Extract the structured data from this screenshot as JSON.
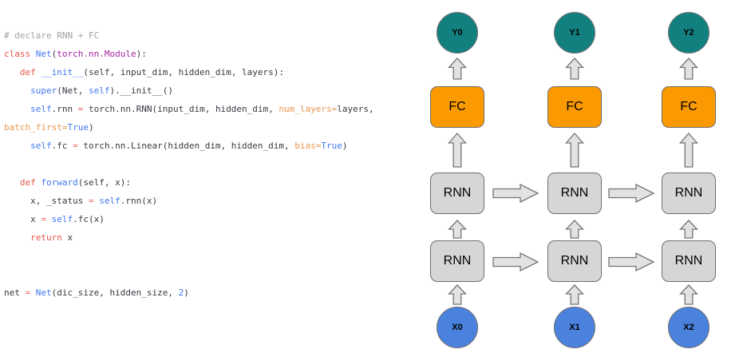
{
  "colors": {
    "kw": "#e45649",
    "fn": "#4078f2",
    "cls": "#a626a4",
    "param": "#e8964f",
    "op": "#ec6a5f",
    "comment": "#a0a1a7",
    "plain": "#383a42",
    "y-fill": "#138080",
    "x-fill": "#4a82de",
    "fc-fill": "#fb9a00",
    "rnn-fill": "#d6d6d6",
    "arrow-fill": "#e2e2e2",
    "arrow-border": "#757575",
    "shape-border": "#6e6e6e"
  },
  "code": {
    "lines": [
      [
        [
          "comment",
          "# declare RNN + FC"
        ]
      ],
      [
        [
          "kw",
          "class"
        ],
        [
          "plain",
          " "
        ],
        [
          "fn",
          "Net"
        ],
        [
          "plain",
          "("
        ],
        [
          "cls",
          "torch.nn.Module"
        ],
        [
          "plain",
          "):"
        ]
      ],
      [
        [
          "plain",
          "   "
        ],
        [
          "kw",
          "def"
        ],
        [
          "plain",
          " "
        ],
        [
          "fn",
          "__init__"
        ],
        [
          "plain",
          "(self, input_dim, hidden_dim, layers):"
        ]
      ],
      [
        [
          "plain",
          "     "
        ],
        [
          "fn",
          "super"
        ],
        [
          "plain",
          "(Net, "
        ],
        [
          "fn",
          "self"
        ],
        [
          "plain",
          ").__init__()"
        ]
      ],
      [
        [
          "plain",
          "     "
        ],
        [
          "fn",
          "self"
        ],
        [
          "plain",
          ".rnn "
        ],
        [
          "op",
          "="
        ],
        [
          "plain",
          " torch.nn.RNN(input_dim, hidden_dim, "
        ],
        [
          "param",
          "num_layers="
        ],
        [
          "plain",
          "layers,"
        ]
      ],
      [
        [
          "param",
          "batch_first="
        ],
        [
          "fn",
          "True"
        ],
        [
          "plain",
          ")"
        ]
      ],
      [
        [
          "plain",
          "     "
        ],
        [
          "fn",
          "self"
        ],
        [
          "plain",
          ".fc "
        ],
        [
          "op",
          "="
        ],
        [
          "plain",
          " torch.nn.Linear(hidden_dim, hidden_dim, "
        ],
        [
          "param",
          "bias="
        ],
        [
          "fn",
          "True"
        ],
        [
          "plain",
          ")"
        ]
      ],
      [],
      [
        [
          "plain",
          "   "
        ],
        [
          "kw",
          "def"
        ],
        [
          "plain",
          " "
        ],
        [
          "fn",
          "forward"
        ],
        [
          "plain",
          "(self, x):"
        ]
      ],
      [
        [
          "plain",
          "     x, _status "
        ],
        [
          "op",
          "="
        ],
        [
          "plain",
          " "
        ],
        [
          "fn",
          "self"
        ],
        [
          "plain",
          ".rnn(x)"
        ]
      ],
      [
        [
          "plain",
          "     x "
        ],
        [
          "op",
          "="
        ],
        [
          "plain",
          " "
        ],
        [
          "fn",
          "self"
        ],
        [
          "plain",
          ".fc(x)"
        ]
      ],
      [
        [
          "plain",
          "     "
        ],
        [
          "kw",
          "return"
        ],
        [
          "plain",
          " x"
        ]
      ],
      [],
      [],
      [
        [
          "plain",
          "net "
        ],
        [
          "op",
          "="
        ],
        [
          "plain",
          " "
        ],
        [
          "fn",
          "Net"
        ],
        [
          "plain",
          "(dic_size, hidden_size, "
        ],
        [
          "fn",
          "2"
        ],
        [
          "plain",
          ")"
        ]
      ]
    ]
  },
  "diagram": {
    "columns": [
      {
        "output": "Y0",
        "fc": "FC",
        "rnn_top": "RNN",
        "rnn_bottom": "RNN",
        "input": "X0"
      },
      {
        "output": "Y1",
        "fc": "FC",
        "rnn_top": "RNN",
        "rnn_bottom": "RNN",
        "input": "X1"
      },
      {
        "output": "Y2",
        "fc": "FC",
        "rnn_top": "RNN",
        "rnn_bottom": "RNN",
        "input": "X2"
      }
    ]
  }
}
